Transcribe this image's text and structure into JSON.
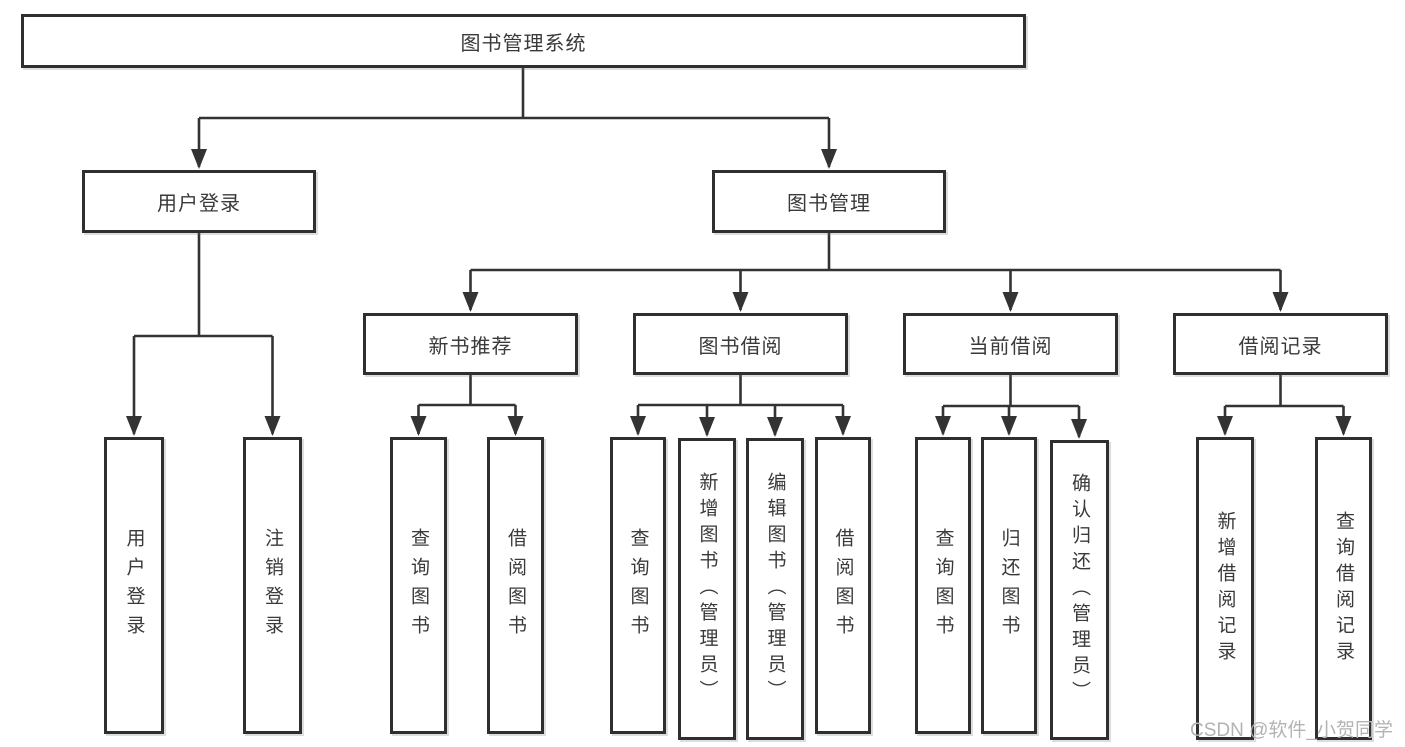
{
  "nodes": {
    "root": "图书管理系统",
    "branches": [
      {
        "label": "用户登录",
        "leaves": [
          "用户登录",
          "注销登录"
        ]
      },
      {
        "label": "图书管理",
        "groups": [
          {
            "label": "新书推荐",
            "leaves": [
              "查询图书",
              "借阅图书"
            ]
          },
          {
            "label": "图书借阅",
            "leaves": [
              "查询图书",
              "新增图书（管理员）",
              "编辑图书（管理员）",
              "借阅图书"
            ]
          },
          {
            "label": "当前借阅",
            "leaves": [
              "查询图书",
              "归还图书",
              "确认归还（管理员）"
            ]
          },
          {
            "label": "借阅记录",
            "leaves": [
              "新增借阅记录",
              "查询借阅记录"
            ]
          }
        ]
      }
    ]
  },
  "watermark": "CSDN @软件_小贺同学",
  "colors": {
    "line": "#333333",
    "box_border": "#2f2f2f",
    "text": "#3a3a3a",
    "watermark": "#b3b3b3",
    "background": "#ffffff"
  }
}
